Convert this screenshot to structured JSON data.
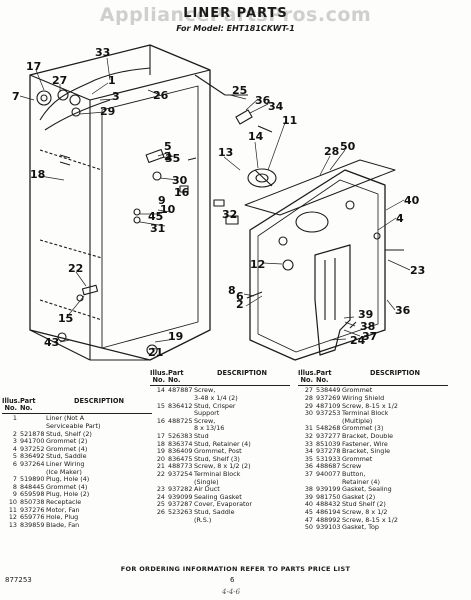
{
  "watermark": "AppliancePartsPros.com",
  "title": "LINER PARTS",
  "model": "For Model: EHT181CKWT-1",
  "callouts": [
    "33",
    "17",
    "27",
    "1",
    "3",
    "29",
    "7",
    "26",
    "25",
    "5",
    "2",
    "18",
    "35",
    "30",
    "16",
    "36",
    "34",
    "11",
    "14",
    "13",
    "50",
    "28",
    "32",
    "40",
    "9",
    "10",
    "45",
    "31",
    "4",
    "12",
    "6",
    "23",
    "8",
    "39",
    "2",
    "38",
    "37",
    "24",
    "22",
    "15",
    "43",
    "21",
    "19",
    "36"
  ],
  "tables": {
    "left": {
      "headers": {
        "num": "Illus. No.",
        "part": "Part No.",
        "desc": "DESCRIPTION"
      },
      "rows": [
        [
          "1",
          "",
          "Liner (Not A"
        ],
        [
          "",
          "",
          "Serviceable Part)"
        ],
        [
          "2",
          "521878",
          "Stud, Shelf (2)"
        ],
        [
          "3",
          "941700",
          "Grommet (2)"
        ],
        [
          "4",
          "937252",
          "Grommet (4)"
        ],
        [
          "5",
          "836492",
          "Stud, Saddle"
        ],
        [
          "6",
          "937264",
          "Liner Wiring"
        ],
        [
          "",
          "",
          "(Ice Maker)"
        ],
        [
          "7",
          "519890",
          "Plug, Hole (4)"
        ],
        [
          "8",
          "848445",
          "Grommet (4)"
        ],
        [
          "9",
          "659598",
          "Plug, Hole (2)"
        ],
        [
          "10",
          "850738",
          "Receptacle"
        ],
        [
          "11",
          "937276",
          "Motor, Fan"
        ],
        [
          "12",
          "659776",
          "Hole, Plug"
        ],
        [
          "13",
          "839859",
          "Blade, Fan"
        ]
      ]
    },
    "middle": {
      "headers": {
        "num": "Illus. No.",
        "part": "Part No.",
        "desc": "DESCRIPTION"
      },
      "rows": [
        [
          "14",
          "487887",
          "Screw,"
        ],
        [
          "",
          "",
          "3-48 x 1/4 (2)"
        ],
        [
          "15",
          "836412",
          "Stud, Crisper"
        ],
        [
          "",
          "",
          "Support"
        ],
        [
          "16",
          "488725",
          "Screw,"
        ],
        [
          "",
          "",
          "8 x 13/16"
        ],
        [
          "17",
          "526383",
          "Stud"
        ],
        [
          "18",
          "836374",
          "Stud, Retainer (4)"
        ],
        [
          "19",
          "836409",
          "Grommet, Post"
        ],
        [
          "20",
          "836475",
          "Stud, Shelf (3)"
        ],
        [
          "21",
          "488773",
          "Screw, 8 x 1/2 (2)"
        ],
        [
          "22",
          "937254",
          "Terminal Block"
        ],
        [
          "",
          "",
          "(Single)"
        ],
        [
          "23",
          "937282",
          "Air Duct"
        ],
        [
          "24",
          "939099",
          "Sealing Gasket"
        ],
        [
          "25",
          "937287",
          "Cover, Evaporator"
        ],
        [
          "26",
          "523263",
          "Stud, Saddle"
        ],
        [
          "",
          "",
          "(R.S.)"
        ]
      ]
    },
    "right": {
      "headers": {
        "num": "Illus. No.",
        "part": "Part No.",
        "desc": "DESCRIPTION"
      },
      "rows": [
        [
          "27",
          "538449",
          "Grommet"
        ],
        [
          "28",
          "937269",
          "Wiring Shield"
        ],
        [
          "29",
          "487109",
          "Screw, 8-15 x 1/2"
        ],
        [
          "30",
          "937253",
          "Terminal Block"
        ],
        [
          "",
          "",
          "(Multiple)"
        ],
        [
          "31",
          "548268",
          "Grommet (3)"
        ],
        [
          "32",
          "937277",
          "Bracket, Double"
        ],
        [
          "33",
          "851039",
          "Fastener, Wire"
        ],
        [
          "34",
          "937278",
          "Bracket, Single"
        ],
        [
          "35",
          "531933",
          "Grommet"
        ],
        [
          "36",
          "488687",
          "Screw"
        ],
        [
          "37",
          "940077",
          "Button,"
        ],
        [
          "",
          "",
          "Retainer (4)"
        ],
        [
          "38",
          "939199",
          "Gasket, Sealing"
        ],
        [
          "39",
          "981750",
          "Gasket (2)"
        ],
        [
          "40",
          "488432",
          "Stud Shelf (2)"
        ],
        [
          "45",
          "486194",
          "Screw, 8 x 1/2"
        ],
        [
          "47",
          "488992",
          "Screw, 8-15 x 1/2"
        ],
        [
          "50",
          "939103",
          "Gasket, Top"
        ]
      ]
    }
  },
  "footer": "FOR ORDERING INFORMATION REFER TO PARTS PRICE LIST",
  "code": "877253",
  "page_number": "6",
  "handwriting": "4-4-6"
}
